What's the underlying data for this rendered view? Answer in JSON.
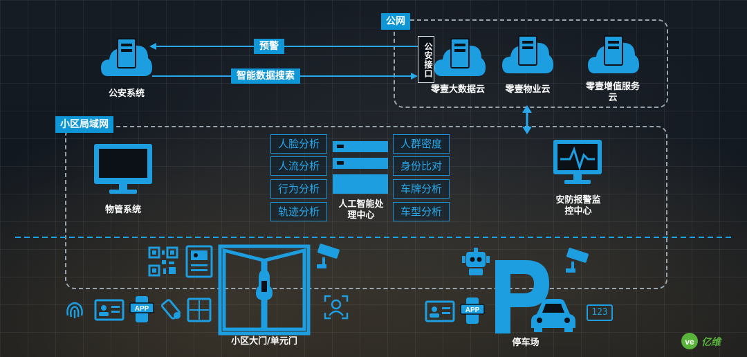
{
  "zones": {
    "public_net": "公网",
    "community_lan": "小区局域网"
  },
  "links": {
    "warning": "预警",
    "smart_search": "智能数据搜索",
    "police_interface": "公安接口"
  },
  "nodes": {
    "police_system": "公安系统",
    "bigdata_cloud": "零壹大数据云",
    "property_cloud": "零壹物业云",
    "value_added_cloud": "零壹增值服务云",
    "property_system": "物管系统",
    "ai_center": "人工智能处理中心",
    "security_center": "安防报警监控中心",
    "gate": "小区大门/单元门",
    "parking": "停车场"
  },
  "analysis_left": [
    "人脸分析",
    "人流分析",
    "行为分析",
    "轨迹分析"
  ],
  "analysis_right": [
    "人群密度",
    "身份比对",
    "车牌分析",
    "车型分析"
  ],
  "parking_counter": "123",
  "colors": {
    "accent": "#0e96d6",
    "icon": "#1c9ee0",
    "dashed_border": "#9aa4ad",
    "divider": "#19a4e6"
  },
  "logo": "亿维"
}
